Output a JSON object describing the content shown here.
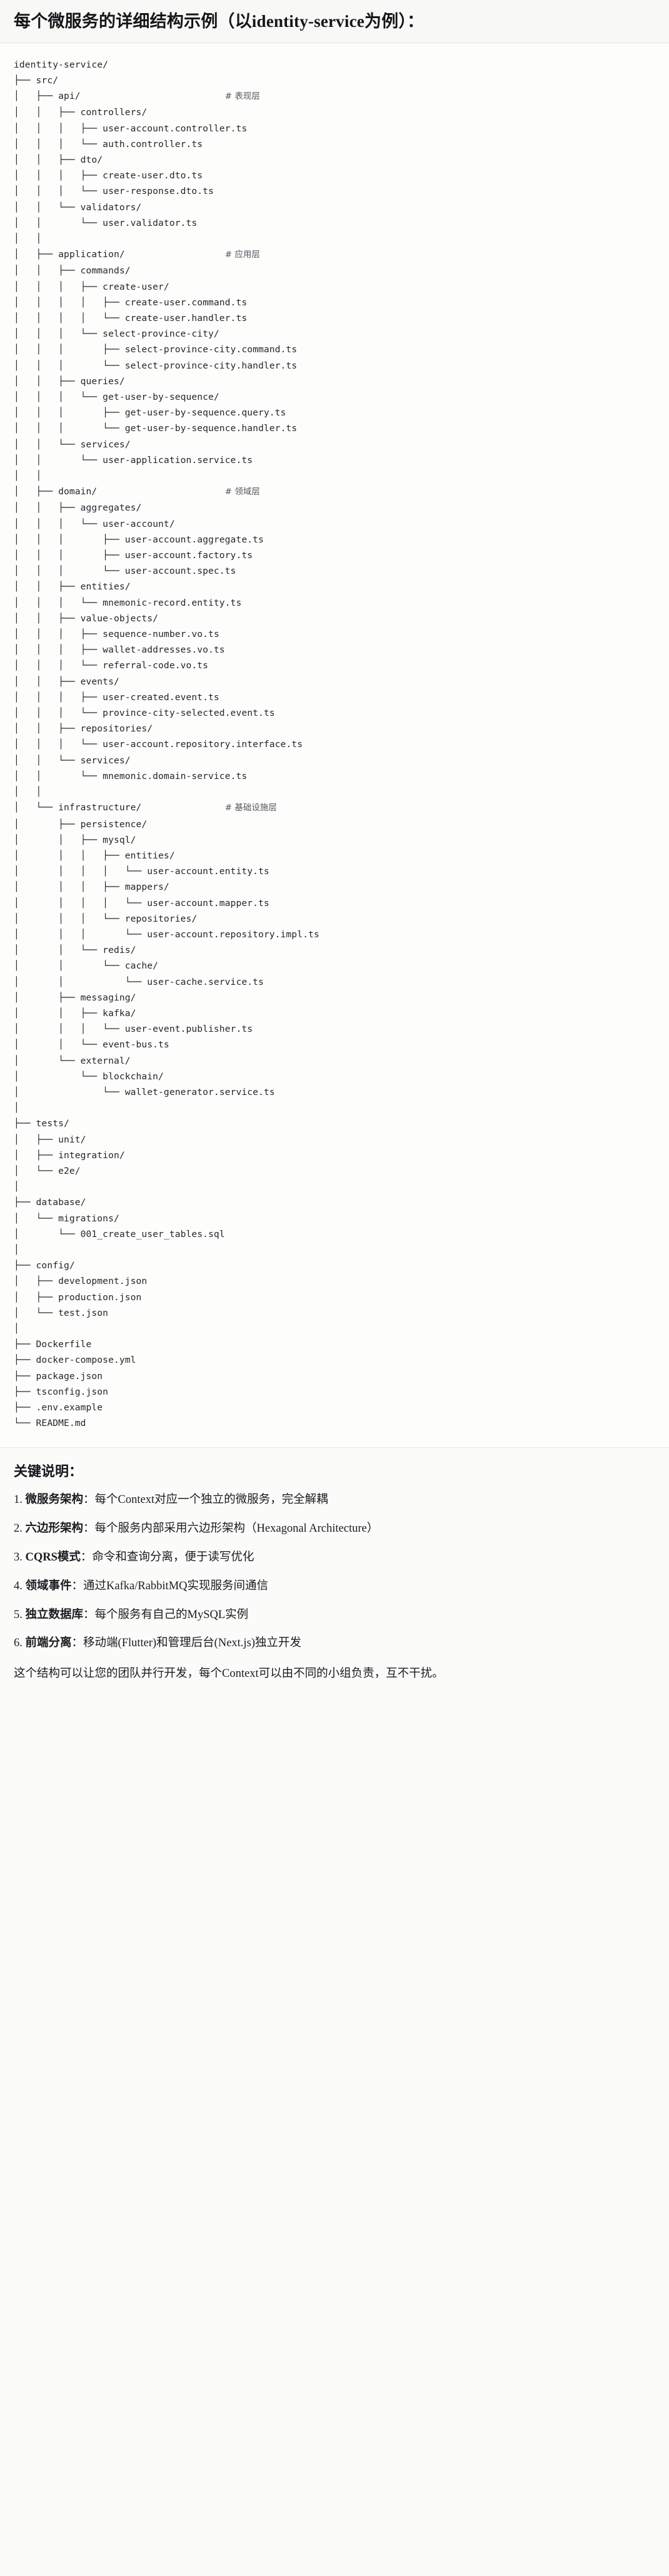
{
  "header": {
    "title": "每个微服务的详细结构示例（以identity-service为例）："
  },
  "tree": {
    "root": "identity-service/",
    "comments": {
      "api": "# 表现层",
      "application": "# 应用层",
      "domain": "# 领域层",
      "infrastructure": "# 基础设施层"
    },
    "text": "identity-service/\n├── src/\n│   ├── api/                          # 表现层\n│   │   ├── controllers/\n│   │   │   ├── user-account.controller.ts\n│   │   │   └── auth.controller.ts\n│   │   ├── dto/\n│   │   │   ├── create-user.dto.ts\n│   │   │   └── user-response.dto.ts\n│   │   └── validators/\n│   │       └── user.validator.ts\n│   │\n│   ├── application/                  # 应用层\n│   │   ├── commands/\n│   │   │   ├── create-user/\n│   │   │   │   ├── create-user.command.ts\n│   │   │   │   └── create-user.handler.ts\n│   │   │   └── select-province-city/\n│   │   │       ├── select-province-city.command.ts\n│   │   │       └── select-province-city.handler.ts\n│   │   ├── queries/\n│   │   │   └── get-user-by-sequence/\n│   │   │       ├── get-user-by-sequence.query.ts\n│   │   │       └── get-user-by-sequence.handler.ts\n│   │   └── services/\n│   │       └── user-application.service.ts\n│   │\n│   ├── domain/                       # 领域层\n│   │   ├── aggregates/\n│   │   │   └── user-account/\n│   │   │       ├── user-account.aggregate.ts\n│   │   │       ├── user-account.factory.ts\n│   │   │       └── user-account.spec.ts\n│   │   ├── entities/\n│   │   │   └── mnemonic-record.entity.ts\n│   │   ├── value-objects/\n│   │   │   ├── sequence-number.vo.ts\n│   │   │   ├── wallet-addresses.vo.ts\n│   │   │   └── referral-code.vo.ts\n│   │   ├── events/\n│   │   │   ├── user-created.event.ts\n│   │   │   └── province-city-selected.event.ts\n│   │   ├── repositories/\n│   │   │   └── user-account.repository.interface.ts\n│   │   └── services/\n│   │       └── mnemonic.domain-service.ts\n│   │\n│   └── infrastructure/               # 基础设施层\n│       ├── persistence/\n│       │   ├── mysql/\n│       │   │   ├── entities/\n│       │   │   │   └── user-account.entity.ts\n│       │   │   ├── mappers/\n│       │   │   │   └── user-account.mapper.ts\n│       │   │   └── repositories/\n│       │   │       └── user-account.repository.impl.ts\n│       │   └── redis/\n│       │       └── cache/\n│       │           └── user-cache.service.ts\n│       ├── messaging/\n│       │   ├── kafka/\n│       │   │   └── user-event.publisher.ts\n│       │   └── event-bus.ts\n│       └── external/\n│           └── blockchain/\n│               └── wallet-generator.service.ts\n│\n├── tests/\n│   ├── unit/\n│   ├── integration/\n│   └── e2e/\n│\n├── database/\n│   └── migrations/\n│       └── 001_create_user_tables.sql\n│\n├── config/\n│   ├── development.json\n│   ├── production.json\n│   └── test.json\n│\n├── Dockerfile\n├── docker-compose.yml\n├── package.json\n├── tsconfig.json\n├── .env.example\n└── README.md"
  },
  "notes": {
    "heading": "关键说明：",
    "items": [
      {
        "term": "微服务架构",
        "sep": "：",
        "desc": "每个Context对应一个独立的微服务，完全解耦"
      },
      {
        "term": "六边形架构",
        "sep": "：",
        "desc": "每个服务内部采用六边形架构（Hexagonal Architecture）"
      },
      {
        "term": "CQRS模式",
        "sep": "：",
        "desc": "命令和查询分离，便于读写优化"
      },
      {
        "term": "领域事件",
        "sep": "：",
        "desc": "通过Kafka/RabbitMQ实现服务间通信"
      },
      {
        "term": "独立数据库",
        "sep": "：",
        "desc": "每个服务有自己的MySQL实例"
      },
      {
        "term": "前端分离",
        "sep": "：",
        "desc": "移动端(Flutter)和管理后台(Next.js)独立开发"
      }
    ],
    "closing": "这个结构可以让您的团队并行开发，每个Context可以由不同的小组负责，互不干扰。"
  },
  "colors": {
    "page_background": "#fbfbfa",
    "header_background": "#f8f8f6",
    "code_background": "#fdfdfc",
    "text": "#1f1f1f",
    "comment_text": "#55575d",
    "divider": "#e3e3de"
  }
}
